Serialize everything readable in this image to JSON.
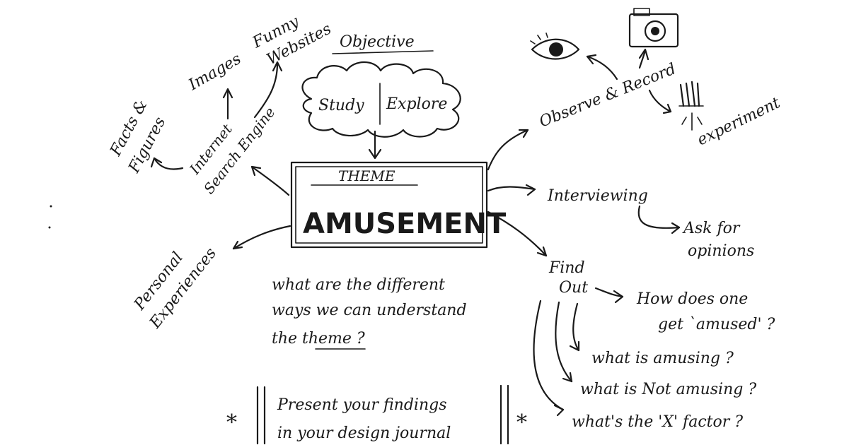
{
  "center": {
    "theme_label": "THEME",
    "title": "AMUSEMENT"
  },
  "objective": {
    "heading": "Objective",
    "study": "Study",
    "explore": "Explore"
  },
  "left_branch": {
    "search_engine_line1": "Internet",
    "search_engine_line2": "Search Engine",
    "facts_line1": "Facts &",
    "facts_line2": "Figures",
    "images": "Images",
    "funny_line1": "Funny",
    "funny_line2": "Websites",
    "personal_line1": "Personal",
    "personal_line2": "Experiences"
  },
  "right_branch": {
    "observe": "Observe & Record",
    "experiment": "experiment",
    "interviewing": "Interviewing",
    "ask_line1": "Ask for",
    "ask_line2": "opinions",
    "find_line1": "Find",
    "find_line2": "Out",
    "q_amused_line1": "How does one",
    "q_amused_line2": "get `amused' ?",
    "q_is": "what is amusing ?",
    "q_not": "what is Not amusing ?",
    "q_x": "what's the 'X' factor ?"
  },
  "question": {
    "line1": "what are the different",
    "line2": "ways we can understand",
    "line3": "the theme ?"
  },
  "footer": {
    "asterisk_left": "*",
    "asterisk_right": "*",
    "line1": "Present your findings",
    "line2": "in your design journal"
  }
}
